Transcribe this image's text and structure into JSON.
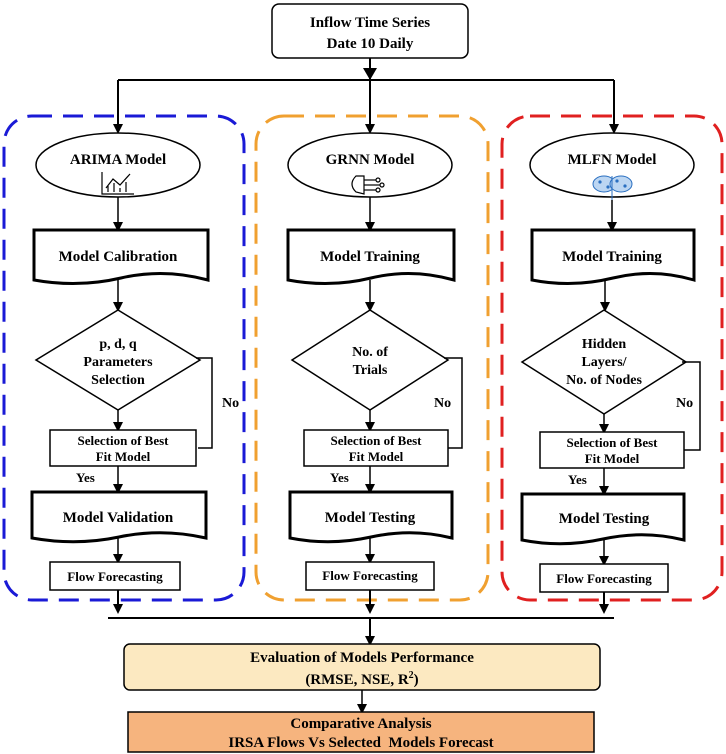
{
  "top": {
    "line1": "Inflow Time Series",
    "line2": "Date 10 Daily"
  },
  "columns": [
    {
      "color": "#1a1ad6",
      "model": "ARIMA Model",
      "icon": "line-chart-icon",
      "step1": "Model Calibration",
      "diamond": [
        "p, d, q",
        "Parameters",
        "Selection"
      ],
      "no": "No",
      "select": [
        "Selection of Best",
        "Fit Model"
      ],
      "yes": "Yes",
      "step2": "Model Validation",
      "forecast": "Flow Forecasting"
    },
    {
      "color": "#f0a030",
      "model": "GRNN Model",
      "icon": "neural-chip-icon",
      "step1": "Model Training",
      "diamond": [
        "No. of",
        "Trials"
      ],
      "no": "No",
      "select": [
        "Selection of Best",
        "Fit Model"
      ],
      "yes": "Yes",
      "step2": "Model Testing",
      "forecast": "Flow Forecasting"
    },
    {
      "color": "#e02020",
      "model": "MLFN Model",
      "icon": "brain-network-icon",
      "step1": "Model Training",
      "diamond": [
        "Hidden",
        "Layers/",
        "No. of Nodes"
      ],
      "no": "No",
      "select": [
        "Selection of Best",
        "Fit Model"
      ],
      "yes": "Yes",
      "step2": "Model Testing",
      "forecast": "Flow Forecasting"
    }
  ],
  "evaluation": {
    "line1": "Evaluation of Models Performance",
    "line2": "(RMSE, NSE, R",
    "sup": "2",
    "line2_end": ")",
    "fill": "#fce9c1"
  },
  "comparative": {
    "line1": "Comparative Analysis",
    "line2": "IRSA Flows Vs Selected  Models Forecast",
    "fill": "#f6b47e"
  }
}
